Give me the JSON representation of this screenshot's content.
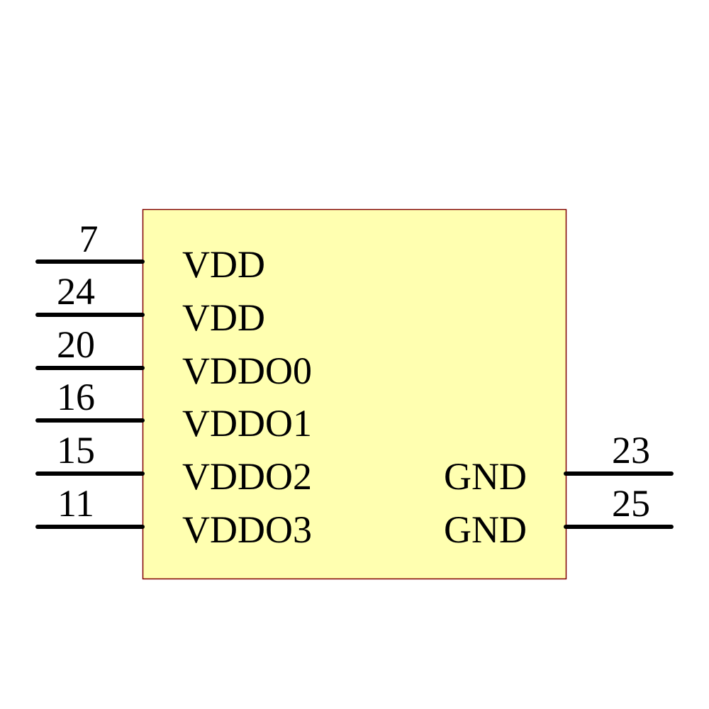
{
  "component": {
    "body": {
      "fill": "#FFFFB0",
      "stroke": "#800000"
    },
    "left_pins": [
      {
        "number": "7",
        "name": "VDD"
      },
      {
        "number": "24",
        "name": "VDD"
      },
      {
        "number": "20",
        "name": "VDDO0"
      },
      {
        "number": "16",
        "name": "VDDO1"
      },
      {
        "number": "15",
        "name": "VDDO2"
      },
      {
        "number": "11",
        "name": "VDDO3"
      }
    ],
    "right_pins": [
      {
        "number": "23",
        "name": "GND"
      },
      {
        "number": "25",
        "name": "GND"
      }
    ]
  }
}
